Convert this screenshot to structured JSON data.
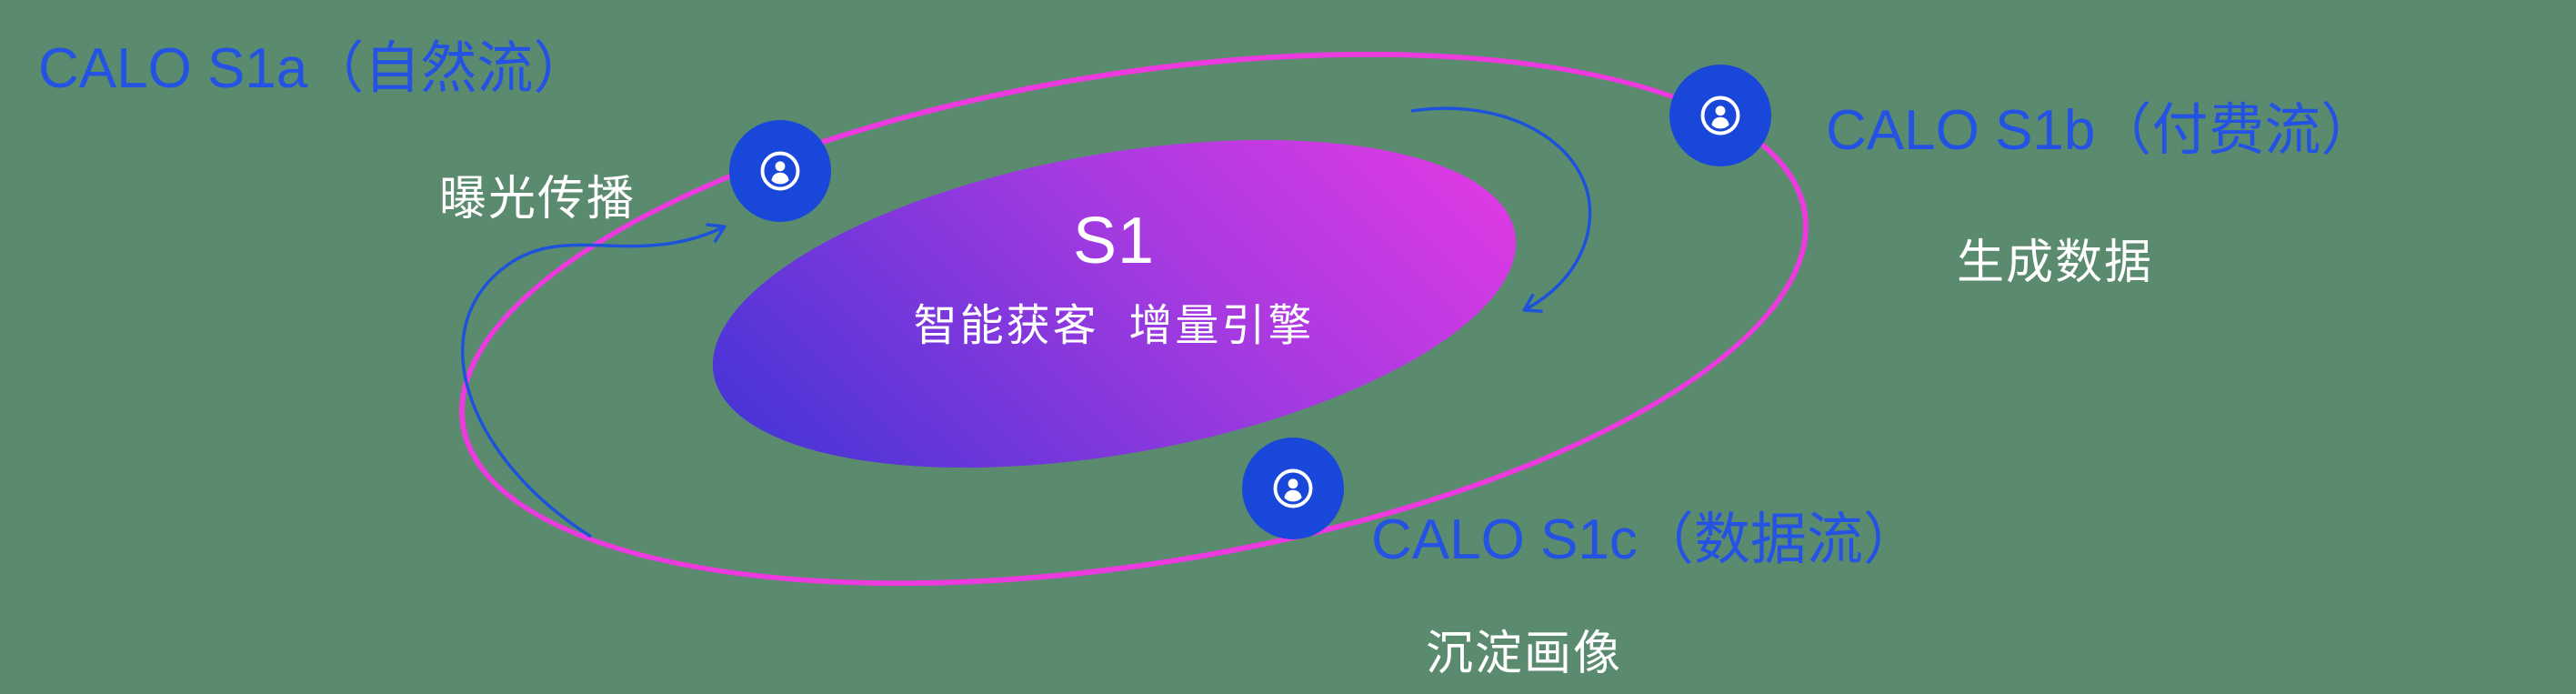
{
  "diagram": {
    "background_color": "#5b8b6f",
    "orbit_color": "#ec3ade",
    "core": {
      "title": "S1",
      "subtitle": "智能获客  增量引擎",
      "gradient_start": "#4334d6",
      "gradient_end": "#e23ae4"
    },
    "nodes": [
      {
        "id": "s1a",
        "label": "CALO S1a（自然流）",
        "sublabel": "曝光传播",
        "icon": "user-icon"
      },
      {
        "id": "s1b",
        "label": "CALO S1b（付费流）",
        "sublabel": "生成数据",
        "icon": "user-icon"
      },
      {
        "id": "s1c",
        "label": "CALO S1c（数据流）",
        "sublabel": "沉淀画像",
        "icon": "user-icon"
      }
    ],
    "colors": {
      "label_blue": "#2453e4",
      "subtitle_white": "#ffffff",
      "node_blue": "#1847da",
      "arrow_blue": "#1c53da"
    }
  }
}
